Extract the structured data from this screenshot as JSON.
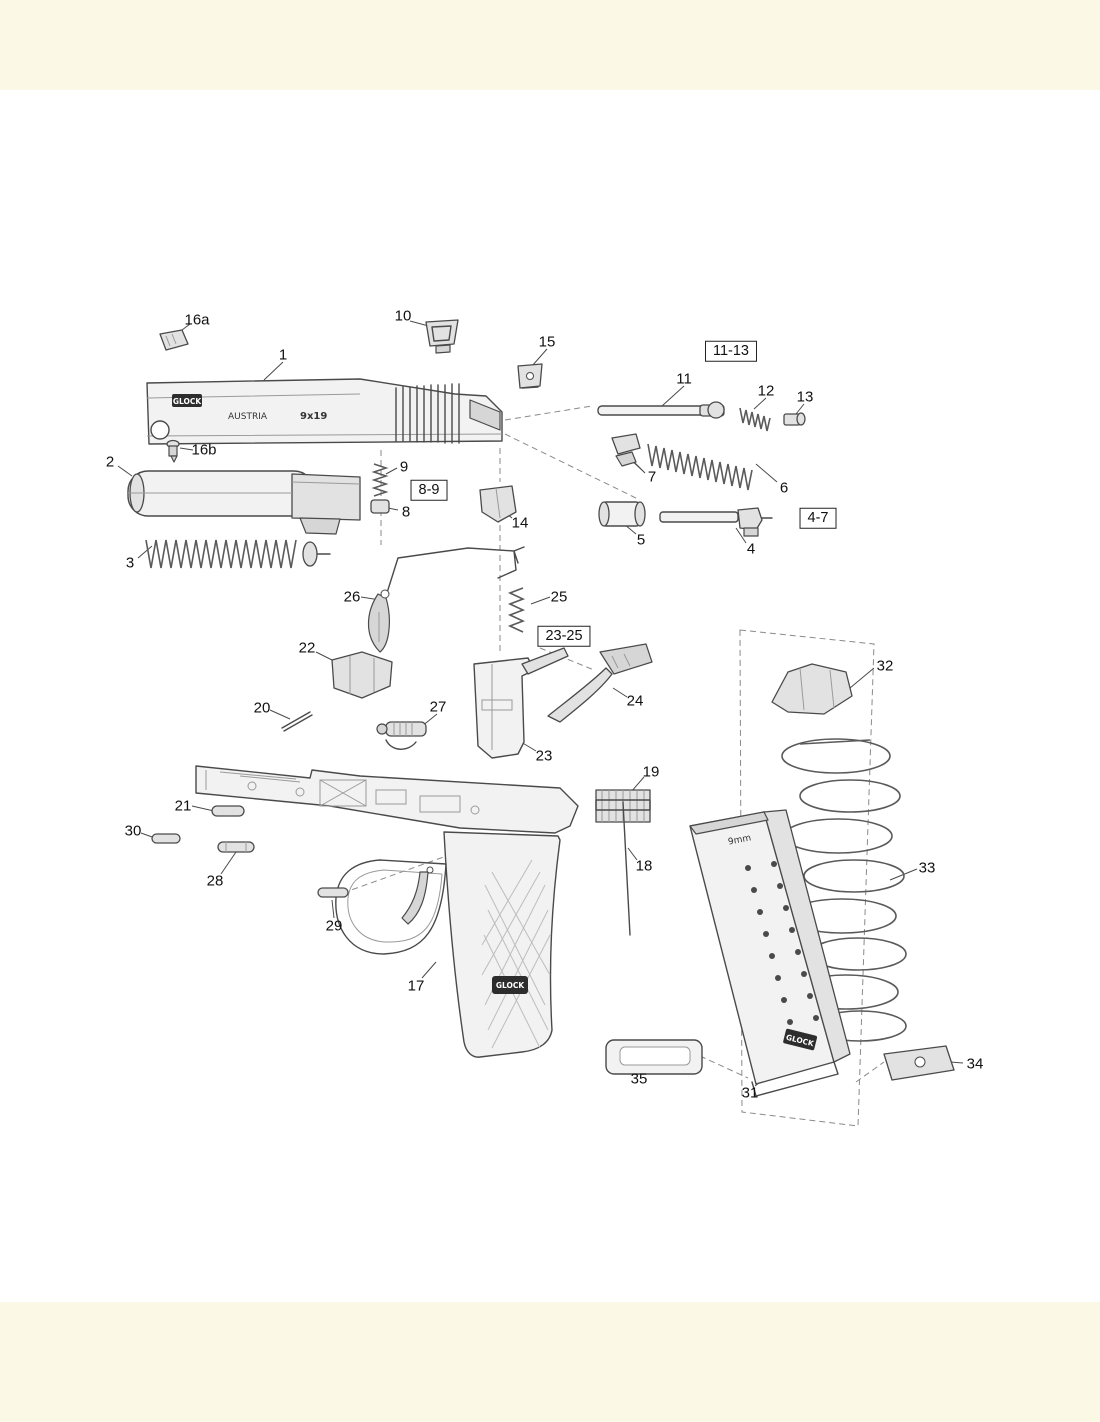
{
  "background": {
    "band_color": "#fcf8e6",
    "canvas_color": "#ffffff"
  },
  "diagram": {
    "type": "exploded-parts-diagram",
    "slide_markings": {
      "brand": "GLOCK",
      "country": "AUSTRIA",
      "caliber": "9x19"
    },
    "frame_markings": {
      "brand": "GLOCK"
    },
    "magazine_markings": {
      "brand": "GLOCK",
      "caliber": "9mm"
    },
    "group_labels": {
      "g11_13": "11-13",
      "g8_9": "8-9",
      "g4_7": "4-7",
      "g23_25": "23-25"
    },
    "part_labels": {
      "p1": "1",
      "p2": "2",
      "p3": "3",
      "p4": "4",
      "p5": "5",
      "p6": "6",
      "p7": "7",
      "p8": "8",
      "p9": "9",
      "p10": "10",
      "p11": "11",
      "p12": "12",
      "p13": "13",
      "p14": "14",
      "p15": "15",
      "p16a": "16a",
      "p16b": "16b",
      "p17": "17",
      "p18": "18",
      "p19": "19",
      "p20": "20",
      "p21": "21",
      "p22": "22",
      "p23": "23",
      "p24": "24",
      "p25": "25",
      "p26": "26",
      "p27": "27",
      "p28": "28",
      "p29": "29",
      "p30": "30",
      "p31": "31",
      "p32": "32",
      "p33": "33",
      "p34": "34",
      "p35": "35"
    }
  }
}
